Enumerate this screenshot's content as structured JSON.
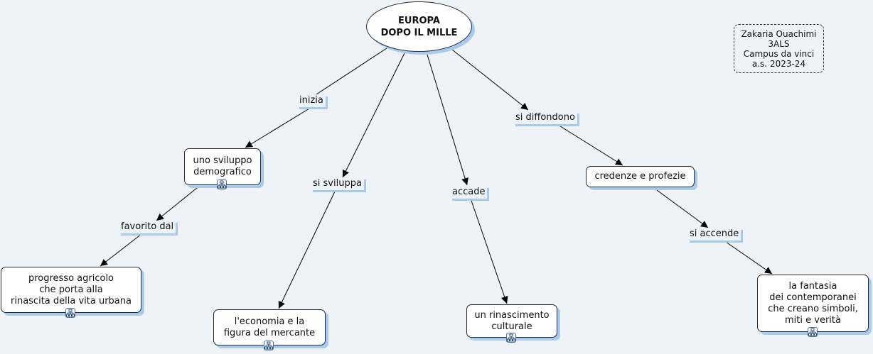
{
  "root": {
    "label": "EUROPA\nDOPO IL MILLE"
  },
  "author_note": {
    "text": "Zakaria Ouachimi\n3ALS\nCampus da vinci\na.s. 2023-24"
  },
  "linking_phrases": {
    "inizia": "inizia",
    "si_sviluppa": "si sviluppa",
    "accade": "accade",
    "si_diffondono": "si diffondono",
    "favorito_dal": "favorito dal",
    "si_accende": "si accende"
  },
  "concepts": {
    "sviluppo_demografico": "uno sviluppo\n demografico",
    "progresso_agricolo": "progresso agricolo\nche porta alla\nrinascita della vita urbana",
    "economia_mercante": "l'economia e la\nfigura del mercante",
    "rinascimento_culturale": "un rinascimento\nculturale",
    "credenze_profezie": "credenze e profezie",
    "fantasia_contemporanei": "la fantasia\ndei contemporanei\nche creano simboli,\nmiti e verità"
  },
  "icons": {
    "submap": "submap-icon"
  },
  "colors": {
    "background": "#edf3f7",
    "shadow": "#a9c9ef",
    "border": "#2a2a2a"
  }
}
